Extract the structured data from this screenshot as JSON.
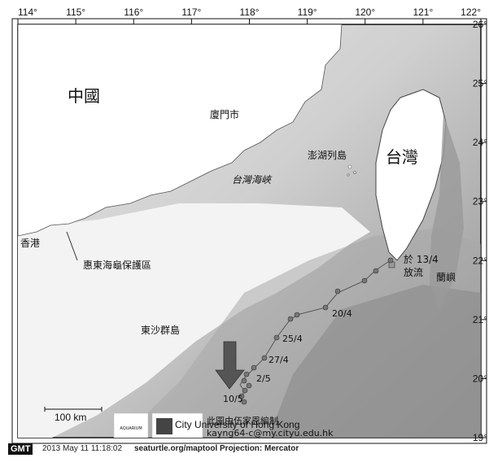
{
  "map": {
    "longitude_ticks": [
      "114°",
      "115°",
      "116°",
      "117°",
      "118°",
      "119°",
      "120°",
      "121°",
      "122°"
    ],
    "latitude_ticks": [
      "19°",
      "20°",
      "21°",
      "22°",
      "23°",
      "24°",
      "25°",
      "26°"
    ],
    "labels": {
      "china": "中國",
      "taiwan": "台灣",
      "xiamen": "廈門市",
      "taiwan_strait": "台灣海峽",
      "penghu": "澎湖列島",
      "hongkong": "香港",
      "huidong": "惠東海龜保護區",
      "dongsha": "東沙群島",
      "lanyu": "蘭嶼",
      "release_1": "於 13/4",
      "release_2": "放流"
    },
    "track_dates": {
      "d1": "20/4",
      "d2": "25/4",
      "d3": "27/4",
      "d4": "2/5",
      "d5": "10/5"
    },
    "scale_bar": "100 km",
    "credit_line1": "此圖由伍家恩編制",
    "credit_line2": "kayng64-c@my.cityu.edu.hk",
    "logo_university": "City University of Hong Kong"
  },
  "footer": {
    "gmt": "GMT",
    "timestamp": "2013 May 11 11:18:02",
    "source": "seaturtle.org/maptool Projection: Mercator"
  }
}
